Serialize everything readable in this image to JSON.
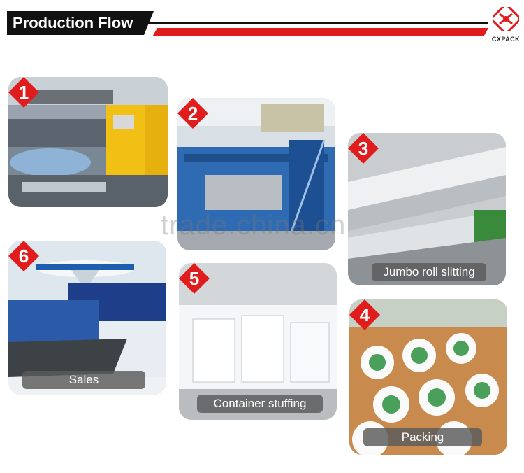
{
  "header": {
    "title": "Production Flow",
    "logo_text": "CXPACK",
    "accent_color": "#e01c1c"
  },
  "watermark": "trade.china.cn",
  "steps": [
    {
      "number": "1",
      "caption": ""
    },
    {
      "number": "2",
      "caption": ""
    },
    {
      "number": "3",
      "caption": "Jumbo roll slitting"
    },
    {
      "number": "4",
      "caption": "Packing"
    },
    {
      "number": "5",
      "caption": "Container stuffing"
    },
    {
      "number": "6",
      "caption": "Sales"
    }
  ]
}
